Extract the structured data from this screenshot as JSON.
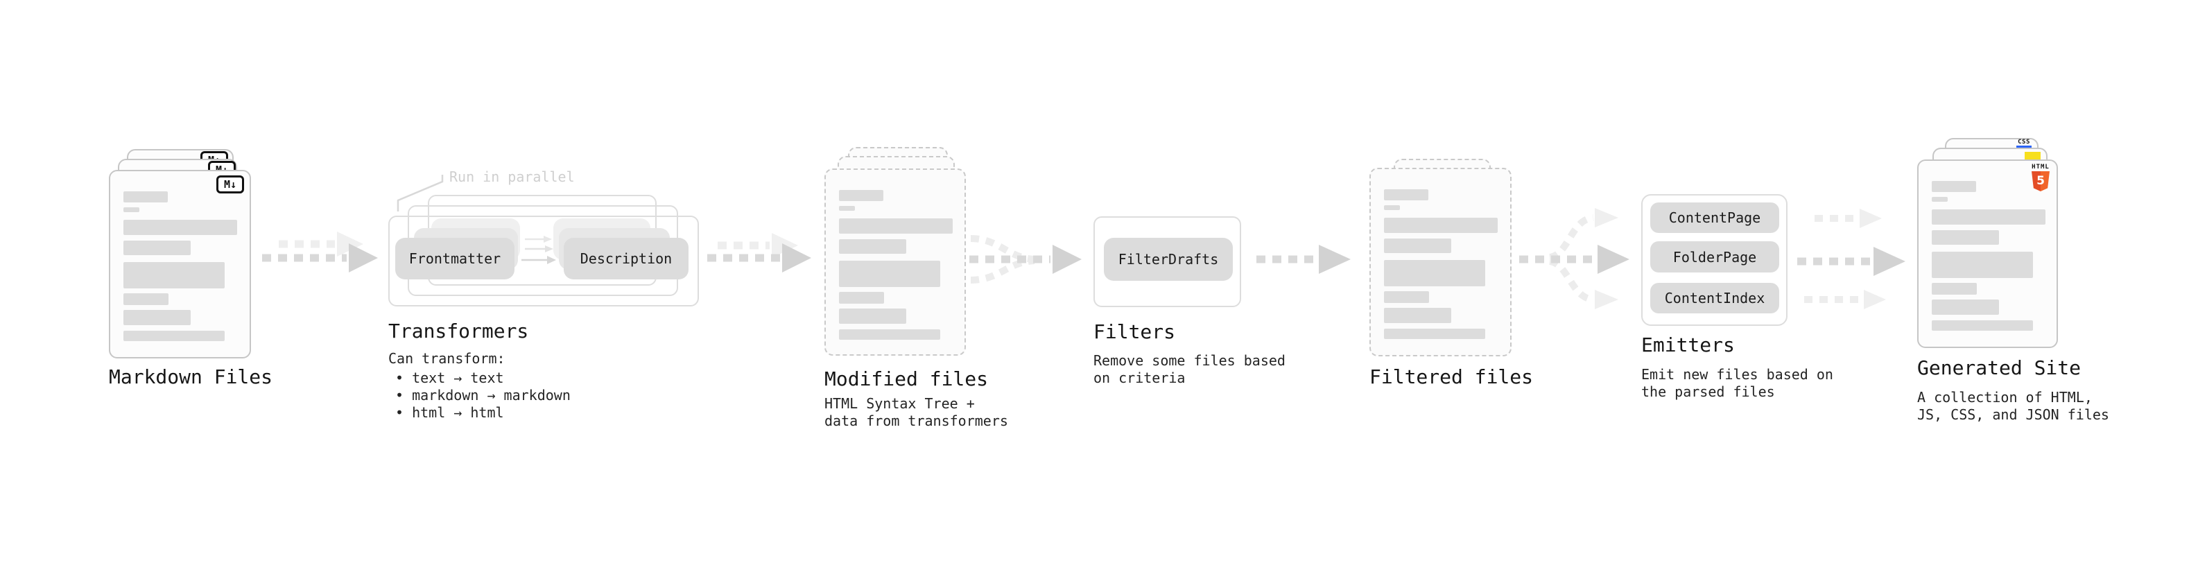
{
  "diagram": {
    "annotation": "Run in parallel",
    "markdown": {
      "title": "Markdown Files",
      "badge": "M↓"
    },
    "transformers": {
      "title": "Transformers",
      "pill_from": "Frontmatter",
      "pill_to": "Description",
      "caption": "Can transform:",
      "bullets": [
        "• text → text",
        "• markdown → markdown",
        "• html → html"
      ]
    },
    "modified": {
      "title": "Modified files",
      "caption": [
        "HTML Syntax Tree +",
        "data from transformers"
      ]
    },
    "filters": {
      "title": "Filters",
      "pill": "FilterDrafts",
      "caption": [
        "Remove some files based",
        "on criteria"
      ]
    },
    "filtered": {
      "title": "Filtered files"
    },
    "emitters": {
      "title": "Emitters",
      "pills": [
        "ContentPage",
        "FolderPage",
        "ContentIndex"
      ],
      "caption": [
        "Emit new files based on",
        "the parsed files"
      ]
    },
    "site": {
      "title": "Generated Site",
      "caption": [
        "A collection of HTML,",
        "JS, CSS, and JSON files"
      ],
      "badge_html": "HTML",
      "badge_html_number": "5",
      "badge_css": "CSS"
    },
    "colors": {
      "html5_shield": "#e44d26",
      "html5_shield_light": "#f16529",
      "js_yellow": "#f7df1e",
      "css_blue": "#2b63f6",
      "markdown_icon_ink": "#111111",
      "placeholder_bars": "#dcdcdc",
      "arrow_gray": "#d9d9d9",
      "annotation_gray": "#cfcfcf"
    }
  }
}
